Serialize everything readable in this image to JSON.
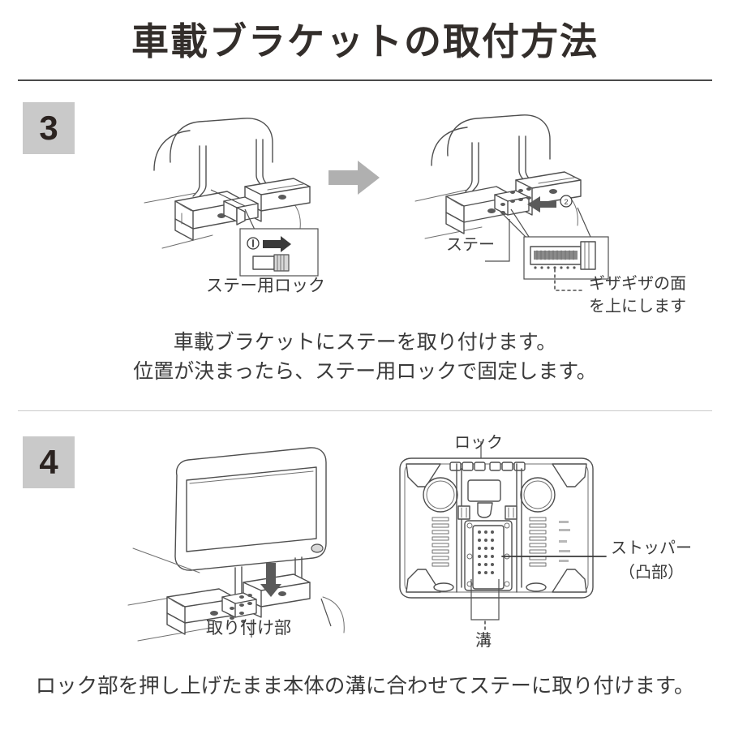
{
  "page": {
    "title": "車載ブラケットの取付方法",
    "background_color": "#ffffff",
    "text_color": "#3a3a3a",
    "badge_color": "#c9c9c9",
    "arrow_color": "#b0b0b0"
  },
  "steps": [
    {
      "number": "3",
      "description_lines": [
        "車載ブラケットにステーを取り付けます。",
        "位置が決まったら、ステー用ロックで固定します。"
      ],
      "labels": {
        "stay_lock": "ステー用ロック",
        "stay": "ステー",
        "serrated_note_line1": "ギザギザの面",
        "serrated_note_line2": "を上にします",
        "callout_marker_1": "①",
        "callout_marker_2": "②"
      },
      "transition_arrow": "arrow-right-icon"
    },
    {
      "number": "4",
      "description_lines": [
        "ロック部を押し上げたまま本体の溝に合わせてステーに取り付けます。"
      ],
      "labels": {
        "mounting_part": "取り付け部",
        "lock": "ロック",
        "stopper_line1": "ストッパー",
        "stopper_line2": "（凸部）",
        "groove": "溝"
      }
    }
  ]
}
